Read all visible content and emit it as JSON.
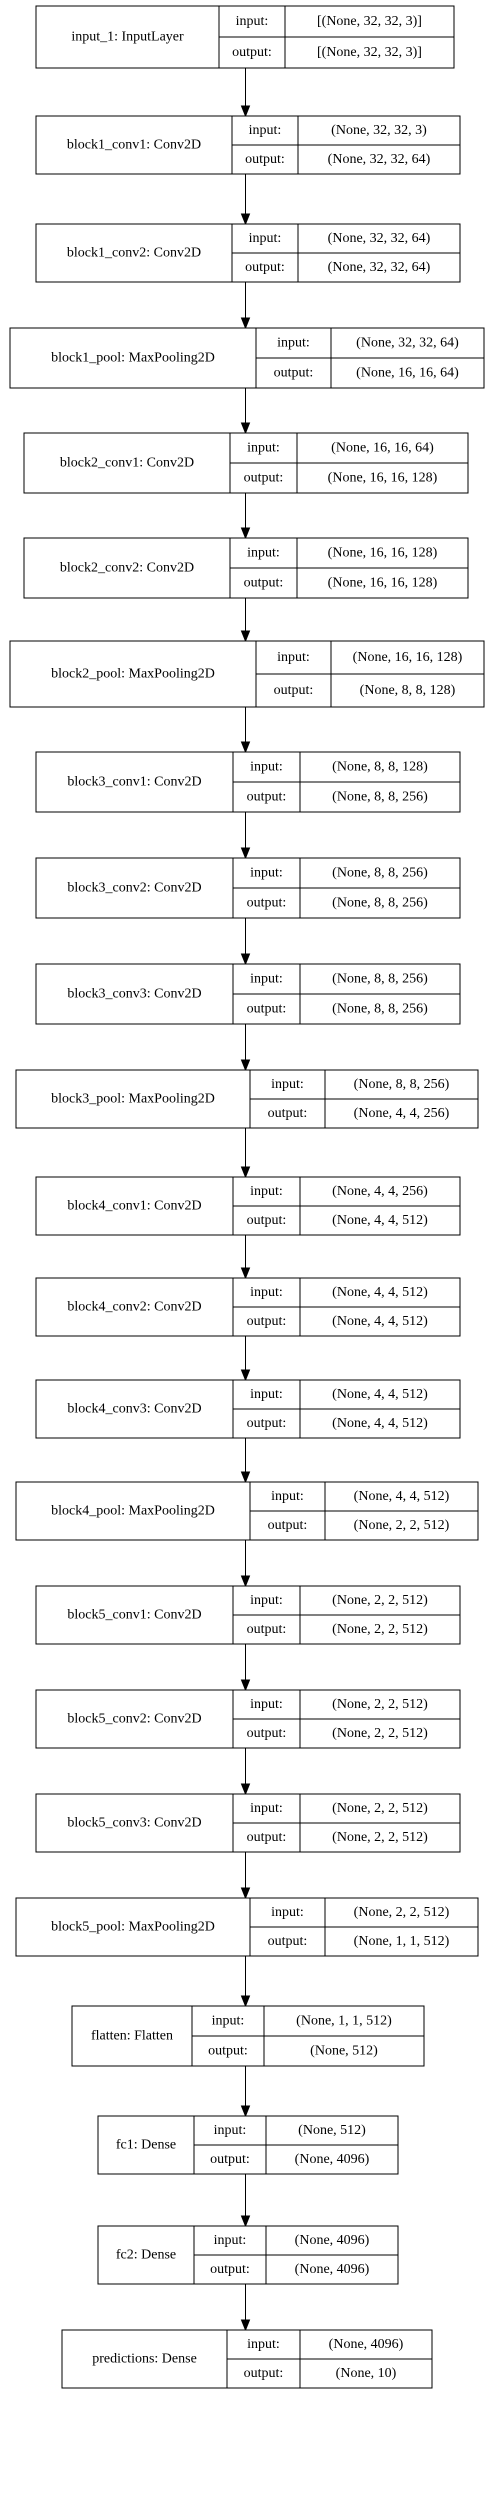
{
  "diagram": {
    "labels": {
      "input": "input:",
      "output": "output:"
    },
    "layers": [
      {
        "name": "input_1: InputLayer",
        "input": "[(None, 32, 32, 3)]",
        "output": "[(None, 32, 32, 3)]"
      },
      {
        "name": "block1_conv1: Conv2D",
        "input": "(None, 32, 32, 3)",
        "output": "(None, 32, 32, 64)"
      },
      {
        "name": "block1_conv2: Conv2D",
        "input": "(None, 32, 32, 64)",
        "output": "(None, 32, 32, 64)"
      },
      {
        "name": "block1_pool: MaxPooling2D",
        "input": "(None, 32, 32, 64)",
        "output": "(None, 16, 16, 64)"
      },
      {
        "name": "block2_conv1: Conv2D",
        "input": "(None, 16, 16, 64)",
        "output": "(None, 16, 16, 128)"
      },
      {
        "name": "block2_conv2: Conv2D",
        "input": "(None, 16, 16, 128)",
        "output": "(None, 16, 16, 128)"
      },
      {
        "name": "block2_pool: MaxPooling2D",
        "input": "(None, 16, 16, 128)",
        "output": "(None, 8, 8, 128)"
      },
      {
        "name": "block3_conv1: Conv2D",
        "input": "(None, 8, 8, 128)",
        "output": "(None, 8, 8, 256)"
      },
      {
        "name": "block3_conv2: Conv2D",
        "input": "(None, 8, 8, 256)",
        "output": "(None, 8, 8, 256)"
      },
      {
        "name": "block3_conv3: Conv2D",
        "input": "(None, 8, 8, 256)",
        "output": "(None, 8, 8, 256)"
      },
      {
        "name": "block3_pool: MaxPooling2D",
        "input": "(None, 8, 8, 256)",
        "output": "(None, 4, 4, 256)"
      },
      {
        "name": "block4_conv1: Conv2D",
        "input": "(None, 4, 4, 256)",
        "output": "(None, 4, 4, 512)"
      },
      {
        "name": "block4_conv2: Conv2D",
        "input": "(None, 4, 4, 512)",
        "output": "(None, 4, 4, 512)"
      },
      {
        "name": "block4_conv3: Conv2D",
        "input": "(None, 4, 4, 512)",
        "output": "(None, 4, 4, 512)"
      },
      {
        "name": "block4_pool: MaxPooling2D",
        "input": "(None, 4, 4, 512)",
        "output": "(None, 2, 2, 512)"
      },
      {
        "name": "block5_conv1: Conv2D",
        "input": "(None, 2, 2, 512)",
        "output": "(None, 2, 2, 512)"
      },
      {
        "name": "block5_conv2: Conv2D",
        "input": "(None, 2, 2, 512)",
        "output": "(None, 2, 2, 512)"
      },
      {
        "name": "block5_conv3: Conv2D",
        "input": "(None, 2, 2, 512)",
        "output": "(None, 2, 2, 512)"
      },
      {
        "name": "block5_pool: MaxPooling2D",
        "input": "(None, 2, 2, 512)",
        "output": "(None, 1, 1, 512)"
      },
      {
        "name": "flatten: Flatten",
        "input": "(None, 1, 1, 512)",
        "output": "(None, 512)"
      },
      {
        "name": "fc1: Dense",
        "input": "(None, 512)",
        "output": "(None, 4096)"
      },
      {
        "name": "fc2: Dense",
        "input": "(None, 4096)",
        "output": "(None, 4096)"
      },
      {
        "name": "predictions: Dense",
        "input": "(None, 4096)",
        "output": "(None, 10)"
      }
    ]
  }
}
